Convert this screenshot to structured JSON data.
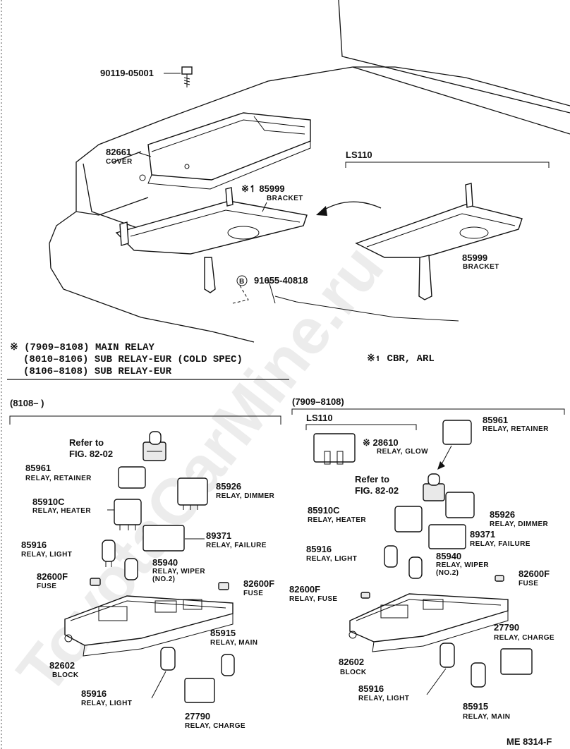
{
  "watermark": "ToyotaCarMine.ru",
  "figure_code": "ME 8314-F",
  "notes": {
    "line1": "※ (7909–8108) MAIN RELAY",
    "line2": "(8010–8106) SUB RELAY-EUR (COLD SPEC)",
    "line3": "(8106–8108) SUB RELAY-EUR",
    "cbr_arl": "※↿ CBR, ARL"
  },
  "top": {
    "screw": {
      "number": "90119-05001"
    },
    "cover": {
      "number": "82661",
      "name": "COVER"
    },
    "bracket_main": {
      "number": "※↿ 85999",
      "name": "BRACKET"
    },
    "bolt": {
      "number": "91655-40818",
      "ref": "B"
    },
    "ls110_label": "LS110",
    "bracket_ls110": {
      "number": "85999",
      "name": "BRACKET"
    }
  },
  "left_panel": {
    "header": "(8108–     )",
    "refer": {
      "line1": "Refer to",
      "line2": "FIG. 82-02"
    },
    "parts": {
      "retainer": {
        "number": "85961",
        "name": "RELAY, RETAINER"
      },
      "dimmer": {
        "number": "85926",
        "name": "RELAY, DIMMER"
      },
      "heater": {
        "number": "85910C",
        "name": "RELAY, HEATER"
      },
      "failure": {
        "number": "89371",
        "name": "RELAY, FAILURE"
      },
      "light_top": {
        "number": "85916",
        "name": "RELAY, LIGHT"
      },
      "wiper": {
        "number": "85940",
        "name": "RELAY, WIPER",
        "sub": "(NO.2)"
      },
      "fuse_left": {
        "number": "82600F",
        "name": "FUSE"
      },
      "fuse_right": {
        "number": "82600F",
        "name": "FUSE"
      },
      "main": {
        "number": "85915",
        "name": "RELAY, MAIN"
      },
      "block": {
        "number": "82602",
        "name": "BLOCK"
      },
      "light_bottom": {
        "number": "85916",
        "name": "RELAY, LIGHT"
      },
      "charge": {
        "number": "27790",
        "name": "RELAY, CHARGE"
      }
    }
  },
  "right_panel": {
    "header": "(7909–8108)",
    "sub_header": "LS110",
    "refer": {
      "line1": "Refer to",
      "line2": "FIG. 82-02"
    },
    "parts": {
      "glow": {
        "number": "※ 28610",
        "name": "RELAY, GLOW"
      },
      "retainer": {
        "number": "85961",
        "name": "RELAY, RETAINER"
      },
      "heater": {
        "number": "85910C",
        "name": "RELAY, HEATER"
      },
      "dimmer": {
        "number": "85926",
        "name": "RELAY, DIMMER"
      },
      "failure": {
        "number": "89371",
        "name": "RELAY, FAILURE"
      },
      "light_top": {
        "number": "85916",
        "name": "RELAY, LIGHT"
      },
      "wiper": {
        "number": "85940",
        "name": "RELAY, WIPER",
        "sub": "(NO.2)"
      },
      "fuse_right": {
        "number": "82600F",
        "name": "FUSE"
      },
      "fuse_left": {
        "number": "82600F",
        "name": "RELAY, FUSE"
      },
      "charge": {
        "number": "27790",
        "name": "RELAY, CHARGE"
      },
      "block": {
        "number": "82602",
        "name": "BLOCK"
      },
      "light_bottom": {
        "number": "85916",
        "name": "RELAY, LIGHT"
      },
      "main": {
        "number": "85915",
        "name": "RELAY, MAIN"
      }
    }
  }
}
